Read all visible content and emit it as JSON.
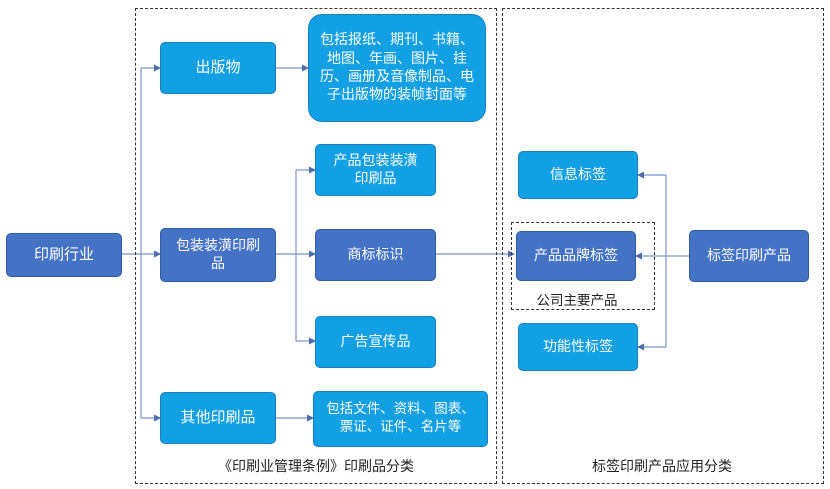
{
  "nodes": {
    "industry": "印刷行业",
    "publications": "出版物",
    "publications_desc": "包括报纸、期刊、书籍、地图、年画、图片、挂历、画册及音像制品、电子出版物的装帧封面等",
    "packaging": "包装装潢印刷品",
    "packaging_print": "产品包装装潢印刷品",
    "trademark": "商标标识",
    "advertising": "广告宣传品",
    "other_print": "其他印刷品",
    "other_desc": "包括文件、资料、图表、票证、证件、名片等",
    "info_label": "信息标签",
    "brand_label": "产品品牌标签",
    "functional_label": "功能性标签",
    "label_products": "标签印刷产品"
  },
  "captions": {
    "left_frame": "《印刷业管理条例》印刷品分类",
    "right_frame": "标签印刷产品应用分类",
    "main_product": "公司主要产品"
  },
  "colors": {
    "primary": "#4472c4",
    "secondary": "#12a0e4",
    "connector": "#4472c4"
  }
}
